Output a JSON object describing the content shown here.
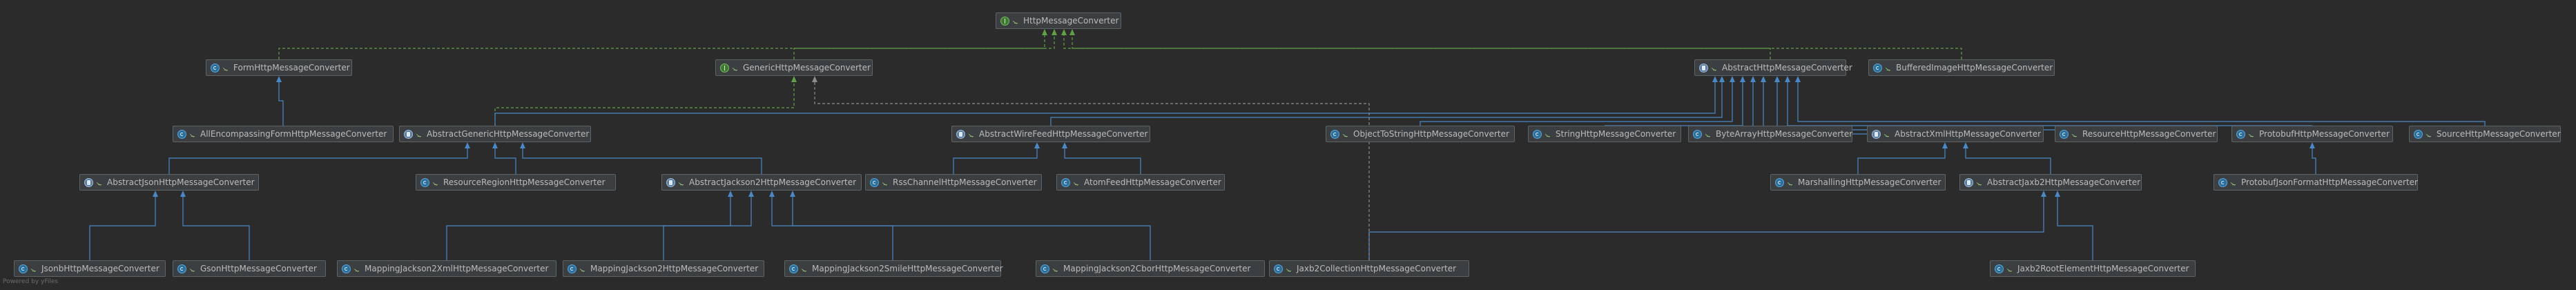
{
  "diagram": {
    "footer": "Powered by yFiles",
    "colors": {
      "background": "#2b2b2b",
      "extends_edge": "#4a88c7",
      "implements_edge": "#62a046",
      "dashed_edge": "#8c8c8c"
    },
    "nodes": [
      {
        "id": "hmc",
        "label": "HttpMessageConverter",
        "kind": "interface",
        "icon": "interface-icon"
      },
      {
        "id": "form",
        "label": "FormHttpMessageConverter",
        "kind": "class",
        "icon": "class-icon"
      },
      {
        "id": "generic",
        "label": "GenericHttpMessageConverter",
        "kind": "interface",
        "icon": "interface-icon"
      },
      {
        "id": "abstract",
        "label": "AbstractHttpMessageConverter",
        "kind": "abstract",
        "icon": "abstract-class-icon"
      },
      {
        "id": "buffered",
        "label": "BufferedImageHttpMessageConverter",
        "kind": "class",
        "icon": "class-icon"
      },
      {
        "id": "allenc",
        "label": "AllEncompassingFormHttpMessageConverter",
        "kind": "class",
        "icon": "class-icon"
      },
      {
        "id": "absgeneric",
        "label": "AbstractGenericHttpMessageConverter",
        "kind": "abstract",
        "icon": "abstract-class-icon"
      },
      {
        "id": "abswire",
        "label": "AbstractWireFeedHttpMessageConverter",
        "kind": "abstract",
        "icon": "abstract-class-icon"
      },
      {
        "id": "objtostring",
        "label": "ObjectToStringHttpMessageConverter",
        "kind": "class",
        "icon": "class-icon"
      },
      {
        "id": "string",
        "label": "StringHttpMessageConverter",
        "kind": "class",
        "icon": "class-icon"
      },
      {
        "id": "bytearray",
        "label": "ByteArrayHttpMessageConverter",
        "kind": "class",
        "icon": "class-icon"
      },
      {
        "id": "absxml",
        "label": "AbstractXmlHttpMessageConverter",
        "kind": "abstract",
        "icon": "abstract-class-icon"
      },
      {
        "id": "resource",
        "label": "ResourceHttpMessageConverter",
        "kind": "class",
        "icon": "class-icon"
      },
      {
        "id": "protobuf",
        "label": "ProtobufHttpMessageConverter",
        "kind": "class",
        "icon": "class-icon"
      },
      {
        "id": "source",
        "label": "SourceHttpMessageConverter",
        "kind": "class",
        "icon": "class-icon"
      },
      {
        "id": "absjson",
        "label": "AbstractJsonHttpMessageConverter",
        "kind": "abstract",
        "icon": "abstract-class-icon"
      },
      {
        "id": "resregion",
        "label": "ResourceRegionHttpMessageConverter",
        "kind": "class",
        "icon": "class-icon"
      },
      {
        "id": "absjackson",
        "label": "AbstractJackson2HttpMessageConverter",
        "kind": "abstract",
        "icon": "abstract-class-icon"
      },
      {
        "id": "rss",
        "label": "RssChannelHttpMessageConverter",
        "kind": "class",
        "icon": "class-icon"
      },
      {
        "id": "atom",
        "label": "AtomFeedHttpMessageConverter",
        "kind": "class",
        "icon": "class-icon"
      },
      {
        "id": "marshalling",
        "label": "MarshallingHttpMessageConverter",
        "kind": "class",
        "icon": "class-icon"
      },
      {
        "id": "absjaxb",
        "label": "AbstractJaxb2HttpMessageConverter",
        "kind": "abstract",
        "icon": "abstract-class-icon"
      },
      {
        "id": "protojson",
        "label": "ProtobufJsonFormatHttpMessageConverter",
        "kind": "class",
        "icon": "class-icon"
      },
      {
        "id": "jsonb",
        "label": "JsonbHttpMessageConverter",
        "kind": "class",
        "icon": "class-icon"
      },
      {
        "id": "gson",
        "label": "GsonHttpMessageConverter",
        "kind": "class",
        "icon": "class-icon"
      },
      {
        "id": "mjxml",
        "label": "MappingJackson2XmlHttpMessageConverter",
        "kind": "class",
        "icon": "class-icon"
      },
      {
        "id": "mj",
        "label": "MappingJackson2HttpMessageConverter",
        "kind": "class",
        "icon": "class-icon"
      },
      {
        "id": "mjsmile",
        "label": "MappingJackson2SmileHttpMessageConverter",
        "kind": "class",
        "icon": "class-icon"
      },
      {
        "id": "mjcbor",
        "label": "MappingJackson2CborHttpMessageConverter",
        "kind": "class",
        "icon": "class-icon"
      },
      {
        "id": "jaxbcoll",
        "label": "Jaxb2CollectionHttpMessageConverter",
        "kind": "class",
        "icon": "class-icon"
      },
      {
        "id": "jaxbroot",
        "label": "Jaxb2RootElementHttpMessageConverter",
        "kind": "class",
        "icon": "class-icon"
      }
    ]
  }
}
